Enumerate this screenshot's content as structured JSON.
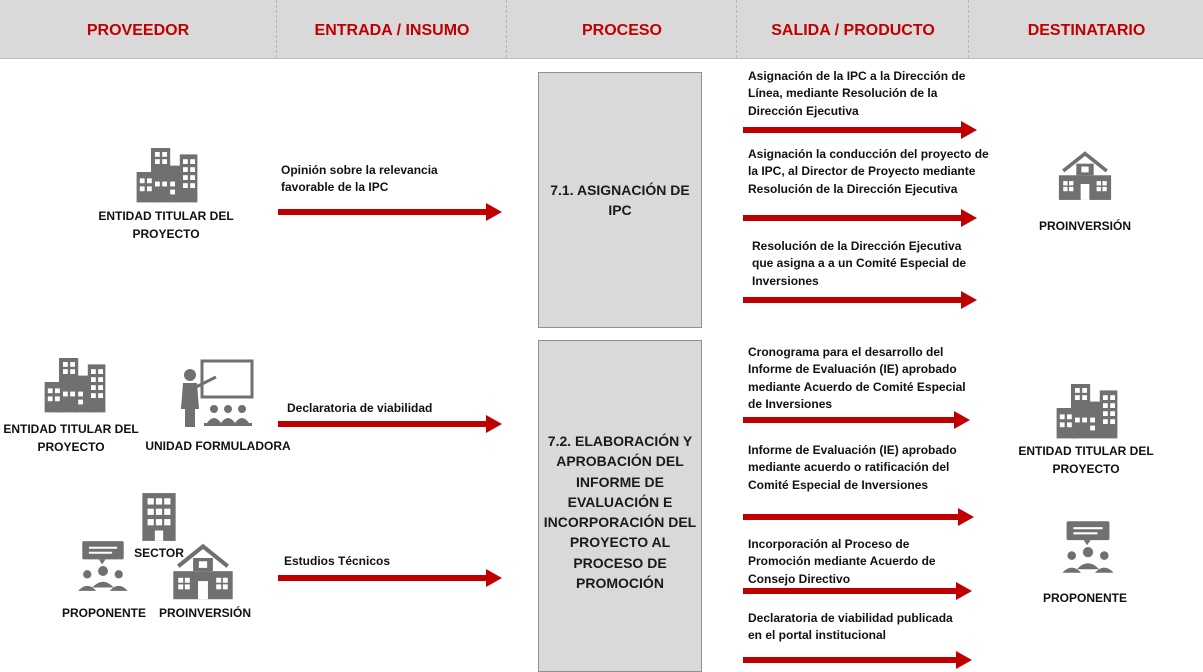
{
  "header": {
    "proveedor": "PROVEEDOR",
    "entrada": "ENTRADA / INSUMO",
    "proceso": "PROCESO",
    "salida": "SALIDA / PRODUCTO",
    "destinatario": "DESTINATARIO"
  },
  "processes": [
    {
      "label": "7.1. ASIGNACIÓN DE IPC",
      "providers": {
        "entidad_titular": "ENTIDAD TITULAR DEL PROYECTO"
      },
      "inputs": [
        "Opinión sobre la relevancia favorable de la IPC"
      ],
      "outputs": [
        "Asignación de la IPC a la Dirección de Línea, mediante Resolución de la Dirección Ejecutiva",
        "Asignación la conducción del proyecto de la IPC, al Director de Proyecto mediante Resolución de la Dirección Ejecutiva",
        "Resolución de la Dirección Ejecutiva que asigna a a un Comité Especial de Inversiones"
      ],
      "recipients": {
        "proinversion": "PROINVERSIÓN"
      }
    },
    {
      "label": "7.2. ELABORACIÓN Y APROBACIÓN DEL INFORME DE EVALUACIÓN E INCORPORACIÓN DEL PROYECTO AL PROCESO DE PROMOCIÓN",
      "providers": {
        "entidad_titular": "ENTIDAD TITULAR DEL PROYECTO",
        "unidad_formuladora": "UNIDAD FORMULADORA",
        "sector": "SECTOR",
        "proponente": "PROPONENTE",
        "proinversion": "PROINVERSIÓN"
      },
      "inputs": [
        "Declaratoria de viabilidad",
        "Estudios Técnicos"
      ],
      "outputs": [
        "Cronograma para el desarrollo del Informe de Evaluación (IE) aprobado mediante Acuerdo de Comité Especial de Inversiones",
        "Informe de Evaluación (IE) aprobado mediante acuerdo o ratificación del Comité Especial de Inversiones",
        "Incorporación al Proceso de Promoción mediante Acuerdo de Consejo Directivo",
        "Declaratoria de viabilidad publicada en el portal institucional"
      ],
      "recipients": {
        "entidad_titular": "ENTIDAD TITULAR DEL PROYECTO",
        "proponente": "PROPONENTE"
      }
    }
  ],
  "colors": {
    "accent": "#c00000",
    "header_bg": "#d9d9d9",
    "icon_gray": "#707070",
    "box_bg": "#d9d9d9"
  },
  "icons": [
    "building-icon",
    "teacher-icon",
    "public-institution-icon",
    "group-discussion-icon"
  ]
}
